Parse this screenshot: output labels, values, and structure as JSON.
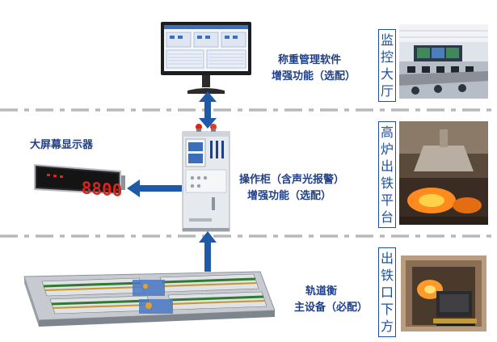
{
  "sections": {
    "top": {
      "software_line1": "称重管理软件",
      "software_line2": "增强功能（选配）",
      "zone_tag": [
        "监",
        "控",
        "大",
        "厅"
      ]
    },
    "middle": {
      "display_label": "大屏幕显示器",
      "display_digits": "8800",
      "cabinet_line1": "操作柜（含声光报警）",
      "cabinet_line2": "增强功能（选配）",
      "zone_tag": [
        "高",
        "炉",
        "出",
        "铁",
        "平",
        "台"
      ]
    },
    "bottom": {
      "scale_line1": "轨道衡",
      "scale_line2": "主设备（必配）",
      "zone_tag": [
        "出",
        "铁",
        "口",
        "下",
        "方"
      ]
    }
  },
  "colors": {
    "label_blue": "#1f3f86",
    "tag_blue": "#1f4fa0",
    "arrow_blue": "#1f5aa8",
    "divider_gray": "#b8b8b8",
    "led_red": "#d8261c",
    "cabinet_face": "#eef0f3"
  }
}
